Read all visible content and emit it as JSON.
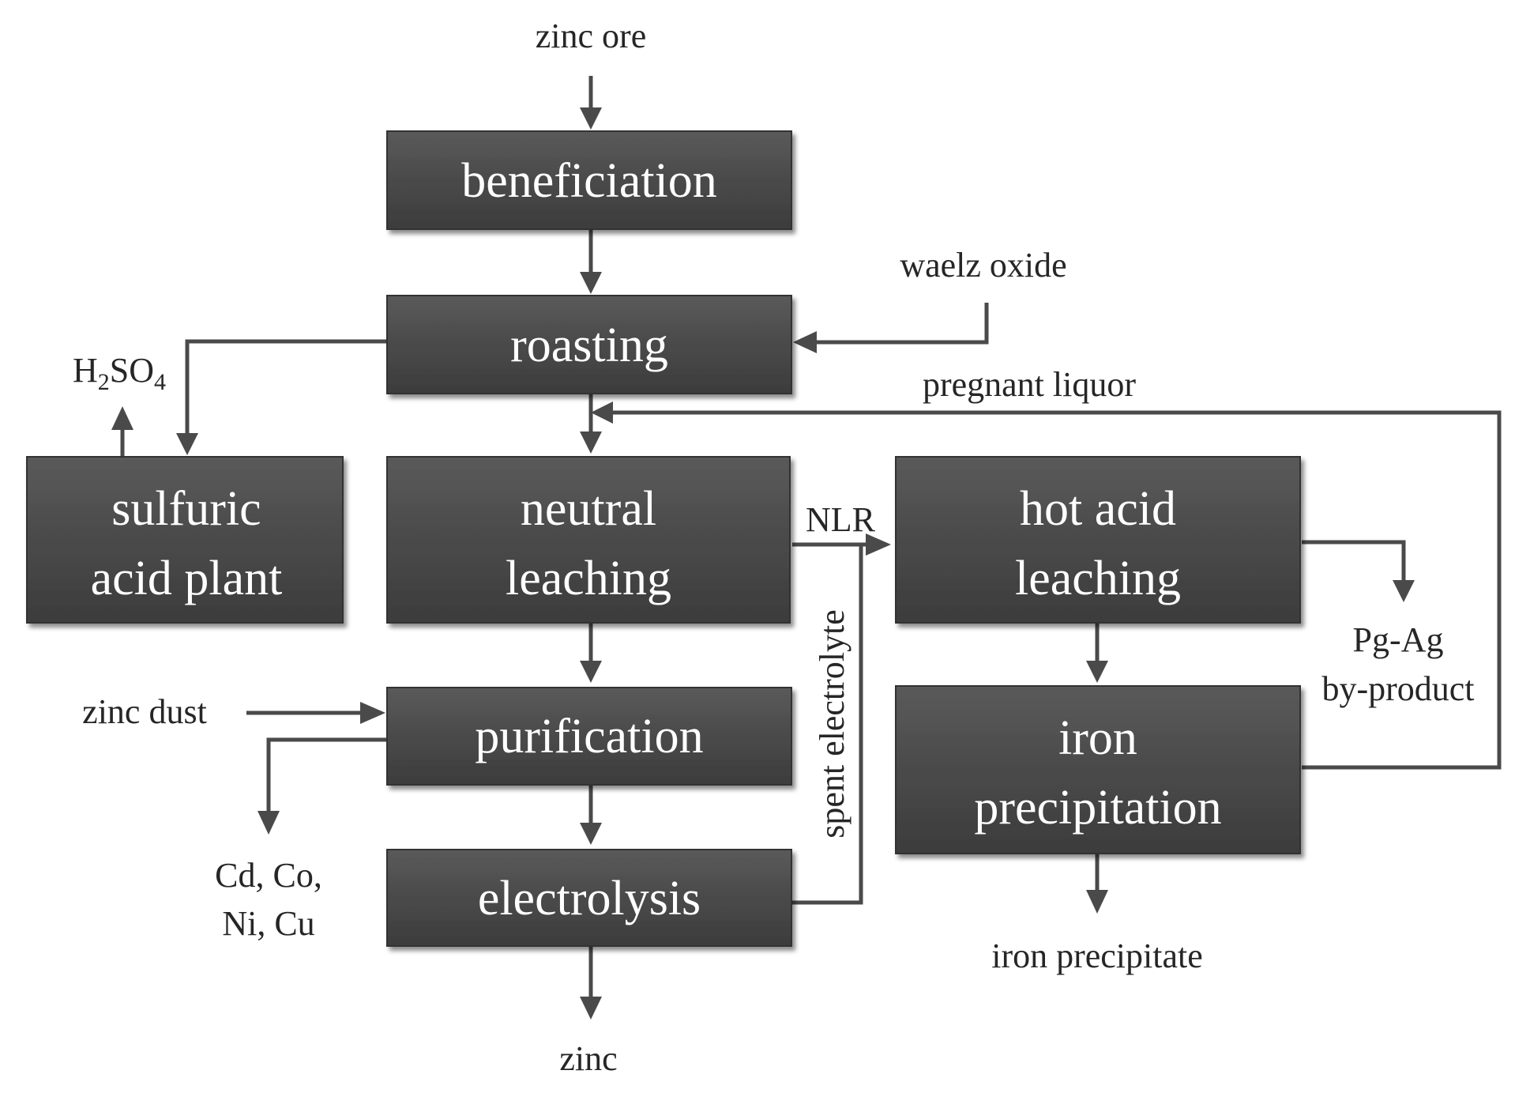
{
  "boxes": {
    "beneficiation": "beneficiation",
    "roasting": "roasting",
    "sulfuric_line1": "sulfuric",
    "sulfuric_line2": "acid plant",
    "neutral_line1": "neutral",
    "neutral_line2": "leaching",
    "hot_acid_line1": "hot acid",
    "hot_acid_line2": "leaching",
    "purification": "purification",
    "iron_precip_line1": "iron",
    "iron_precip_line2": "precipitation",
    "electrolysis": "electrolysis"
  },
  "labels": {
    "zinc_ore": "zinc ore",
    "waelz_oxide": "waelz oxide",
    "h2so4_H": "H",
    "h2so4_2": "2",
    "h2so4_SO": "SO",
    "h2so4_4": "4",
    "pregnant_liquor": "pregnant liquor",
    "nlr": "NLR",
    "spent_electrolyte": "spent electrolyte",
    "pg_ag_line1": "Pg-Ag",
    "pg_ag_line2": "by-product",
    "zinc_dust": "zinc dust",
    "cd_co_line1": "Cd, Co,",
    "cd_co_line2": "Ni, Cu",
    "iron_precipitate": "iron precipitate",
    "zinc": "zinc"
  },
  "colors": {
    "box_fill": "#4a4a4a",
    "box_text": "#ffffff",
    "connector": "#4a4a4a",
    "label_text": "#262626"
  }
}
